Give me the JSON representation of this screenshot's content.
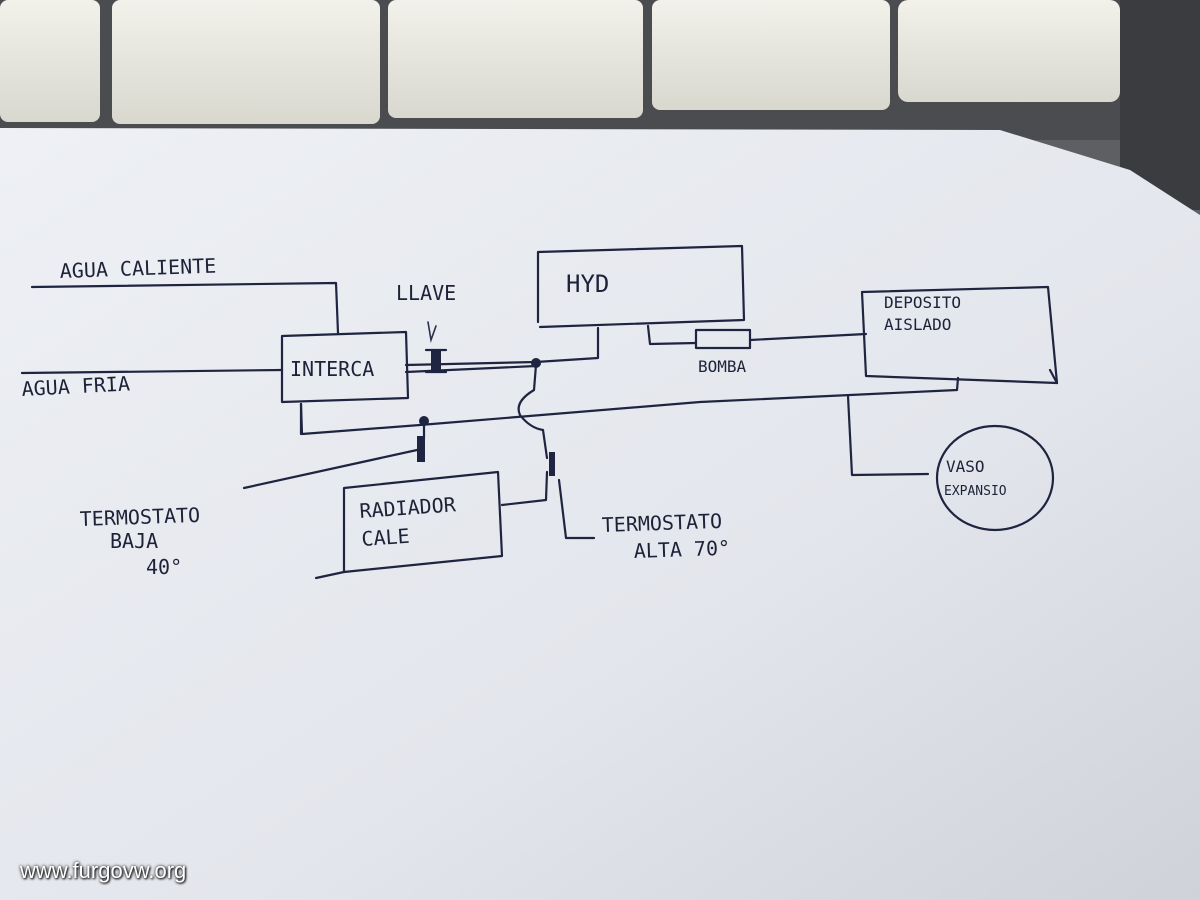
{
  "labels": {
    "agua_caliente": "AGUA CALIENTE",
    "agua_fria": "AGUA FRIA",
    "llave": "LLAVE",
    "interca": "INTERCA",
    "hyd": "HYD",
    "bomba": "BOMBA",
    "deposito_line1": "DEPOSITO",
    "deposito_line2": "AISLADO",
    "vaso_line1": "VASO",
    "vaso_line2": "EXPANSIO",
    "termostato_baja_line1": "TERMOSTATO",
    "termostato_baja_line2": "BAJA",
    "termostato_baja_line3": "40°",
    "radiador_line1": "RADIADOR",
    "radiador_line2": "CALE",
    "termostato_alta_line1": "TERMOSTATO",
    "termostato_alta_line2": "ALTA 70°"
  },
  "watermark": "www.furgovw.org",
  "colors": {
    "paper": "#eceef3",
    "ink": "#1f2440",
    "radiator": "#e9e8e1"
  }
}
